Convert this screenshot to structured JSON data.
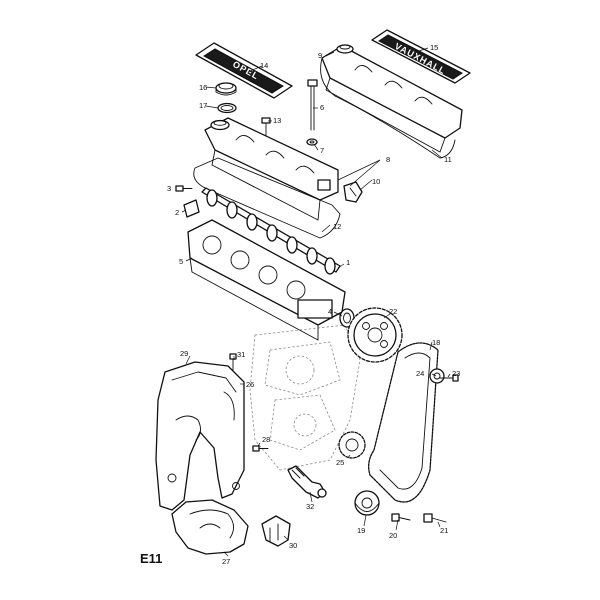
{
  "diagram": {
    "code": "E11",
    "plates": {
      "opel": "OPEL",
      "vauxhall": "VAUXHALL"
    },
    "callouts": {
      "c1": "1",
      "c2": "2",
      "c3": "3",
      "c4": "4",
      "c5": "5",
      "c6": "6",
      "c7": "7",
      "c8": "8",
      "c9": "9",
      "c10": "10",
      "c11": "11",
      "c12": "12",
      "c13": "13",
      "c14": "14",
      "c15": "15",
      "c16": "16",
      "c17": "17",
      "c18": "18",
      "c19": "19",
      "c20": "20",
      "c21": "21",
      "c22": "22",
      "c23": "23",
      "c24": "24",
      "c25": "25",
      "c26": "26",
      "c27": "27",
      "c28": "28",
      "c29": "29",
      "c30": "30",
      "c31": "31",
      "c32": "32"
    }
  }
}
